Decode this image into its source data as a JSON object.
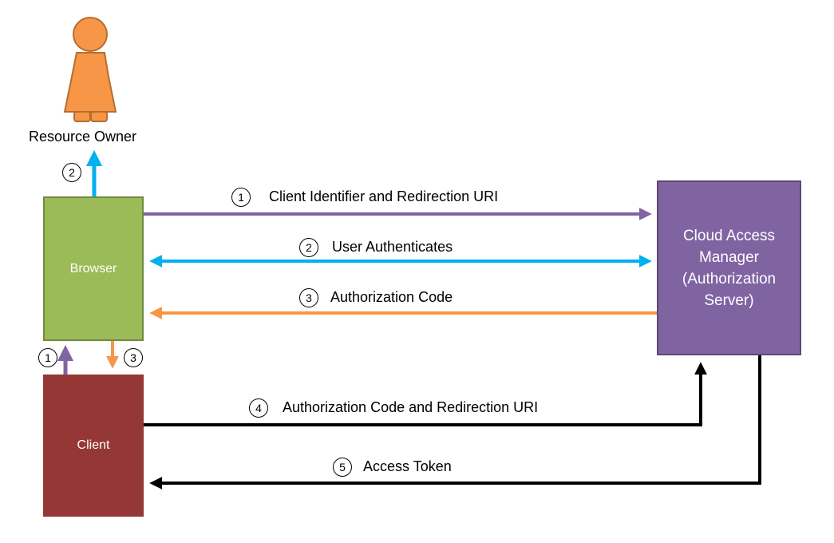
{
  "colors": {
    "browser": "#9bbb59",
    "client": "#953735",
    "server": "#8064a2",
    "resource_owner": "#f79646",
    "step1": "#8064a2",
    "step2": "#00b0f0",
    "step3": "#f79646",
    "step4_5": "#000000"
  },
  "actors": {
    "resource_owner": {
      "label": "Resource Owner",
      "icon": "person-icon"
    },
    "browser": {
      "label": "Browser"
    },
    "client": {
      "label": "Client"
    },
    "server": {
      "label": "Cloud Access Manager (Authorization Server)"
    }
  },
  "flows": [
    {
      "num": "1",
      "label": "Client Identifier and Redirection URI"
    },
    {
      "num": "2",
      "label": "User Authenticates"
    },
    {
      "num": "3",
      "label": "Authorization Code"
    },
    {
      "num": "4",
      "label": "Authorization Code and Redirection URI"
    },
    {
      "num": "5",
      "label": "Access Token"
    }
  ],
  "side_steps": {
    "browser_to_owner": "2",
    "client_to_browser": "1",
    "browser_to_client": "3"
  }
}
